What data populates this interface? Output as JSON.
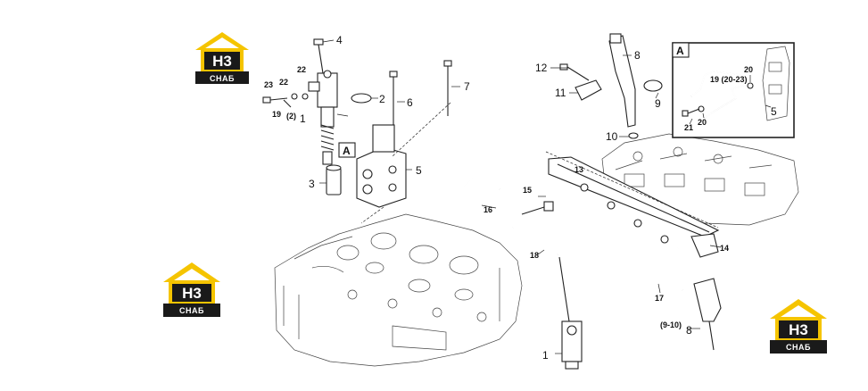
{
  "brand": {
    "logo_letters": "H3",
    "logo_word": "СНАБ",
    "colors": {
      "roof": "#f5c400",
      "badge": "#1a1a1a"
    }
  },
  "callouts": [
    {
      "id": "4",
      "text": "4"
    },
    {
      "id": "23",
      "text": "23"
    },
    {
      "id": "22a",
      "text": "22"
    },
    {
      "id": "22b",
      "text": "22"
    },
    {
      "id": "19",
      "text": "19"
    },
    {
      "id": "2qty",
      "text": "(2)"
    },
    {
      "id": "1a",
      "text": "1"
    },
    {
      "id": "2",
      "text": "2"
    },
    {
      "id": "6",
      "text": "6"
    },
    {
      "id": "7",
      "text": "7"
    },
    {
      "id": "3",
      "text": "3"
    },
    {
      "id": "5a",
      "text": "5"
    },
    {
      "id": "A1",
      "text": "A"
    },
    {
      "id": "12",
      "text": "12"
    },
    {
      "id": "8a",
      "text": "8"
    },
    {
      "id": "11",
      "text": "11"
    },
    {
      "id": "9",
      "text": "9"
    },
    {
      "id": "10",
      "text": "10"
    },
    {
      "id": "13",
      "text": "13"
    },
    {
      "id": "15",
      "text": "15"
    },
    {
      "id": "16",
      "text": "16"
    },
    {
      "id": "18",
      "text": "18"
    },
    {
      "id": "14",
      "text": "14"
    },
    {
      "id": "17",
      "text": "17"
    },
    {
      "id": "910",
      "text": "(9-10)"
    },
    {
      "id": "8b",
      "text": "8"
    },
    {
      "id": "1b",
      "text": "1"
    },
    {
      "id": "A2",
      "text": "A"
    },
    {
      "id": "20a",
      "text": "20"
    },
    {
      "id": "1920",
      "text": "19 (20-23)"
    },
    {
      "id": "21",
      "text": "21"
    },
    {
      "id": "20b",
      "text": "20"
    },
    {
      "id": "5b",
      "text": "5"
    }
  ]
}
